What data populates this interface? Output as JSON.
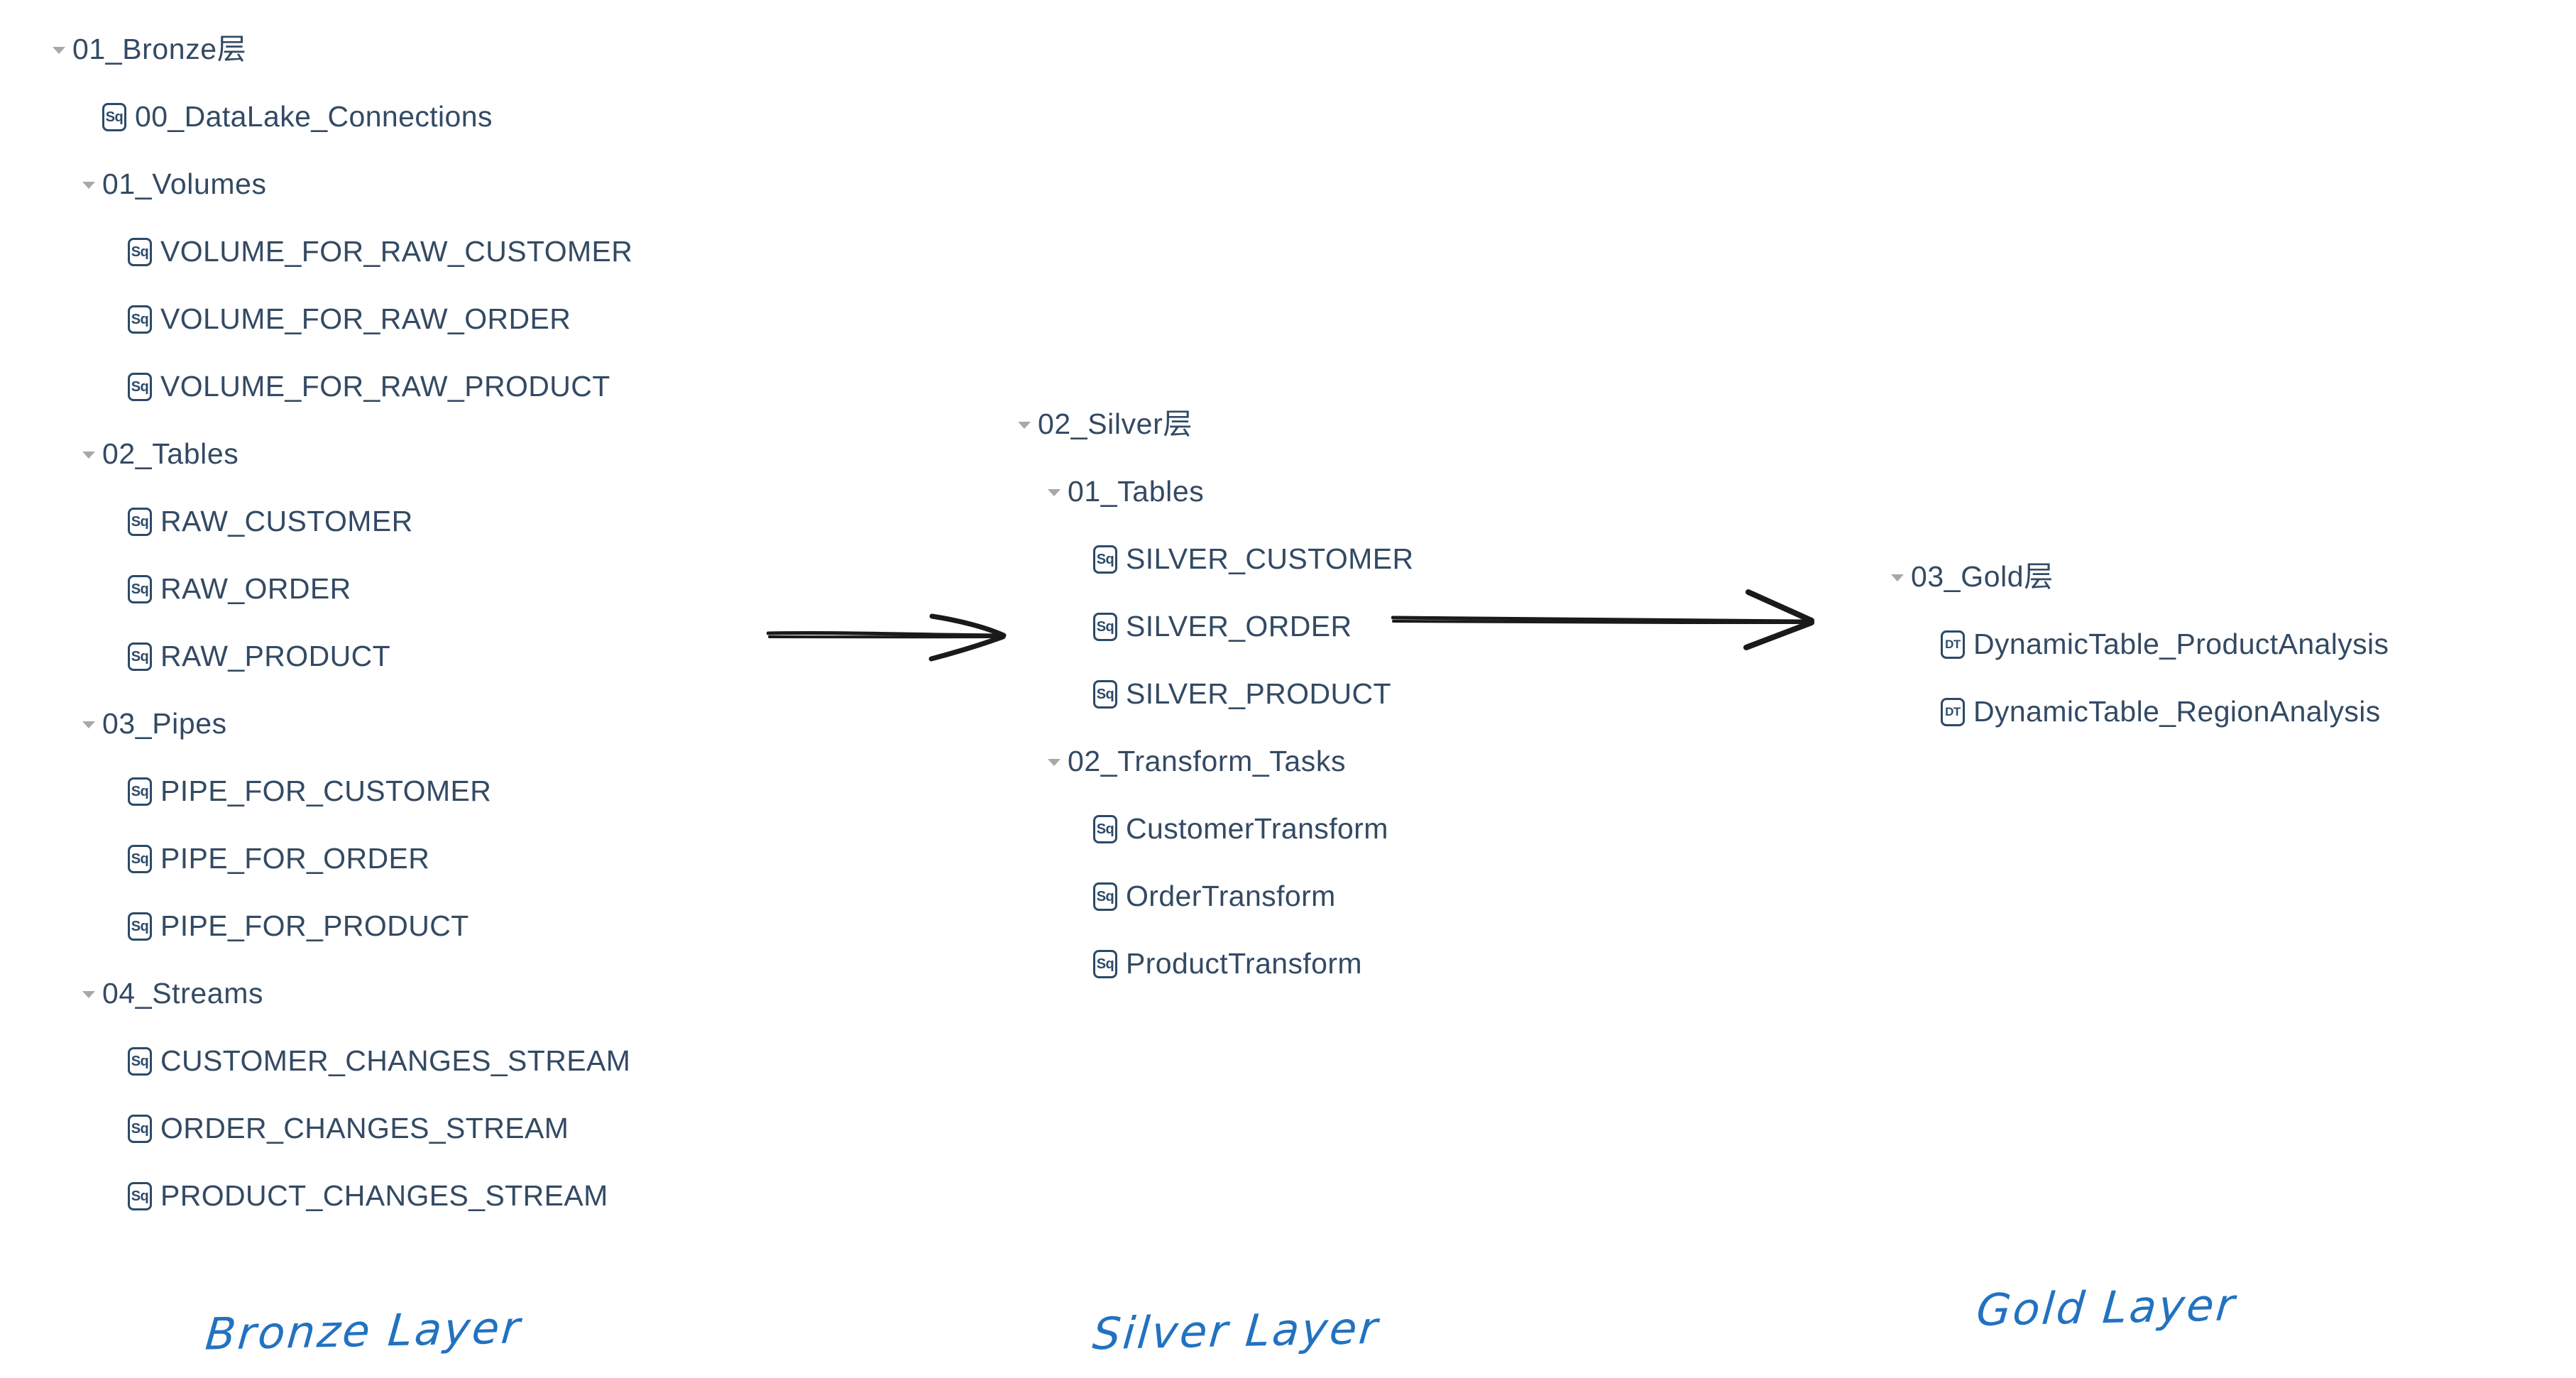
{
  "diagram": {
    "title": "Snowflake Medallion Architecture Object Tree",
    "background_color": "#ffffff",
    "text_color": "#334a63",
    "twisty_color": "#a8a8a8",
    "annotation_color": "#2272c0",
    "arrow_color": "#1a1a1a"
  },
  "columns": [
    {
      "id": "bronze",
      "nodes": [
        {
          "level": 0,
          "type": "folder",
          "icon": "chevron-down-icon",
          "label": "01_Bronze层"
        },
        {
          "level": 1,
          "type": "object",
          "icon": "sq-icon",
          "icon_text": "Sq",
          "label": "00_DataLake_Connections"
        },
        {
          "level": 1,
          "type": "folder",
          "icon": "chevron-down-icon",
          "label": "01_Volumes"
        },
        {
          "level": 2,
          "type": "object",
          "icon": "sq-icon",
          "icon_text": "Sq",
          "label": "VOLUME_FOR_RAW_CUSTOMER"
        },
        {
          "level": 2,
          "type": "object",
          "icon": "sq-icon",
          "icon_text": "Sq",
          "label": "VOLUME_FOR_RAW_ORDER"
        },
        {
          "level": 2,
          "type": "object",
          "icon": "sq-icon",
          "icon_text": "Sq",
          "label": "VOLUME_FOR_RAW_PRODUCT"
        },
        {
          "level": 1,
          "type": "folder",
          "icon": "chevron-down-icon",
          "label": "02_Tables"
        },
        {
          "level": 2,
          "type": "object",
          "icon": "sq-icon",
          "icon_text": "Sq",
          "label": "RAW_CUSTOMER"
        },
        {
          "level": 2,
          "type": "object",
          "icon": "sq-icon",
          "icon_text": "Sq",
          "label": "RAW_ORDER"
        },
        {
          "level": 2,
          "type": "object",
          "icon": "sq-icon",
          "icon_text": "Sq",
          "label": "RAW_PRODUCT"
        },
        {
          "level": 1,
          "type": "folder",
          "icon": "chevron-down-icon",
          "label": "03_Pipes"
        },
        {
          "level": 2,
          "type": "object",
          "icon": "sq-icon",
          "icon_text": "Sq",
          "label": "PIPE_FOR_CUSTOMER"
        },
        {
          "level": 2,
          "type": "object",
          "icon": "sq-icon",
          "icon_text": "Sq",
          "label": "PIPE_FOR_ORDER"
        },
        {
          "level": 2,
          "type": "object",
          "icon": "sq-icon",
          "icon_text": "Sq",
          "label": "PIPE_FOR_PRODUCT"
        },
        {
          "level": 1,
          "type": "folder",
          "icon": "chevron-down-icon",
          "label": "04_Streams"
        },
        {
          "level": 2,
          "type": "object",
          "icon": "sq-icon",
          "icon_text": "Sq",
          "label": "CUSTOMER_CHANGES_STREAM"
        },
        {
          "level": 2,
          "type": "object",
          "icon": "sq-icon",
          "icon_text": "Sq",
          "label": "ORDER_CHANGES_STREAM"
        },
        {
          "level": 2,
          "type": "object",
          "icon": "sq-icon",
          "icon_text": "Sq",
          "label": "PRODUCT_CHANGES_STREAM"
        }
      ]
    },
    {
      "id": "silver",
      "nodes": [
        {
          "level": 0,
          "type": "folder",
          "icon": "chevron-down-icon",
          "label": "02_Silver层"
        },
        {
          "level": 1,
          "type": "folder",
          "icon": "chevron-down-icon",
          "label": "01_Tables"
        },
        {
          "level": 2,
          "type": "object",
          "icon": "sq-icon",
          "icon_text": "Sq",
          "label": "SILVER_CUSTOMER"
        },
        {
          "level": 2,
          "type": "object",
          "icon": "sq-icon",
          "icon_text": "Sq",
          "label": "SILVER_ORDER"
        },
        {
          "level": 2,
          "type": "object",
          "icon": "sq-icon",
          "icon_text": "Sq",
          "label": "SILVER_PRODUCT"
        },
        {
          "level": 1,
          "type": "folder",
          "icon": "chevron-down-icon",
          "label": "02_Transform_Tasks"
        },
        {
          "level": 2,
          "type": "object",
          "icon": "sq-icon",
          "icon_text": "Sq",
          "label": "CustomerTransform"
        },
        {
          "level": 2,
          "type": "object",
          "icon": "sq-icon",
          "icon_text": "Sq",
          "label": "OrderTransform"
        },
        {
          "level": 2,
          "type": "object",
          "icon": "sq-icon",
          "icon_text": "Sq",
          "label": "ProductTransform"
        }
      ]
    },
    {
      "id": "gold",
      "nodes": [
        {
          "level": 0,
          "type": "folder",
          "icon": "chevron-down-icon",
          "label": "03_Gold层"
        },
        {
          "level": 1,
          "type": "object",
          "icon": "dt-icon",
          "icon_text": "DT",
          "label": "DynamicTable_ProductAnalysis"
        },
        {
          "level": 1,
          "type": "object",
          "icon": "dt-icon",
          "icon_text": "DT",
          "label": "DynamicTable_RegionAnalysis"
        }
      ]
    }
  ],
  "arrows": [
    {
      "id": "bronze-to-silver",
      "name": "arrow-bronze-to-silver",
      "direction": "right"
    },
    {
      "id": "silver-to-gold",
      "name": "arrow-silver-to-gold",
      "direction": "right"
    }
  ],
  "annotations": {
    "bronze": "Bronze Layer",
    "silver": "Silver Layer",
    "gold": "Gold Layer"
  }
}
